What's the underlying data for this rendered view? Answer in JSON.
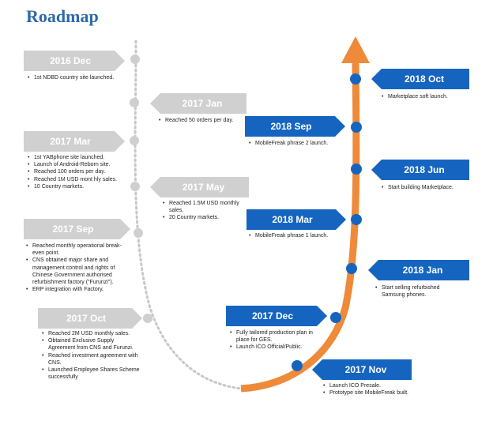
{
  "title": "Roadmap",
  "colors": {
    "title": "#2e6aa8",
    "gray_label": "#d0d0d0",
    "blue_label": "#1565c0",
    "orange_arrow": "#ee8a3a",
    "dotted_line": "#c8c8c8"
  },
  "left_milestones": [
    {
      "date": "2016 Dec",
      "items": [
        "1st NDBD country site launched."
      ]
    },
    {
      "date": "2017 Jan",
      "items": [
        "Reached 50 orders per day."
      ]
    },
    {
      "date": "2017 Mar",
      "items": [
        "1st YABphone site launched.",
        "Launch of Android-Reborn site.",
        "Reached 100 orders per day.",
        "Reached 1M USD mont hly sales.",
        "10 Country markets."
      ]
    },
    {
      "date": "2017 May",
      "items": [
        "Reached 1.5M USD monthly sales.",
        "20 Country markets."
      ]
    },
    {
      "date": "2017 Sep",
      "items": [
        "Reached monthly operational break-even point.",
        "CNS obtained major share and management control and rights of Chinese Government authorised refurbishment factory (\"Furunzi\").",
        "ERP integration with Factory."
      ]
    },
    {
      "date": "2017 Oct",
      "items": [
        "Reached 2M USD monthly sales.",
        "Obtained Exclusive Supply Agreement from CNS and Furunzi.",
        "Reached investment agreement with CNS.",
        "Launched Employee Shares Scheme successfully"
      ]
    }
  ],
  "right_milestones": [
    {
      "date": "2018 Oct",
      "items": [
        "Marketplace soft launch."
      ]
    },
    {
      "date": "2018 Sep",
      "items": [
        "MobileFreak phrase 2 launch."
      ]
    },
    {
      "date": "2018 Jun",
      "items": [
        "Start building Marketplace."
      ]
    },
    {
      "date": "2018 Mar",
      "items": [
        "MobileFreak phrase 1 launch."
      ]
    },
    {
      "date": "2018 Jan",
      "items": [
        "Start selling refurbished Samsung phones."
      ]
    },
    {
      "date": "2017 Dec",
      "items": [
        "Fully tailored production plan in place for GES.",
        "Launch ICO Official/Public."
      ]
    },
    {
      "date": "2017 Nov",
      "items": [
        "Launch ICO Presale.",
        "Prototype site MobileFreak built."
      ]
    }
  ]
}
